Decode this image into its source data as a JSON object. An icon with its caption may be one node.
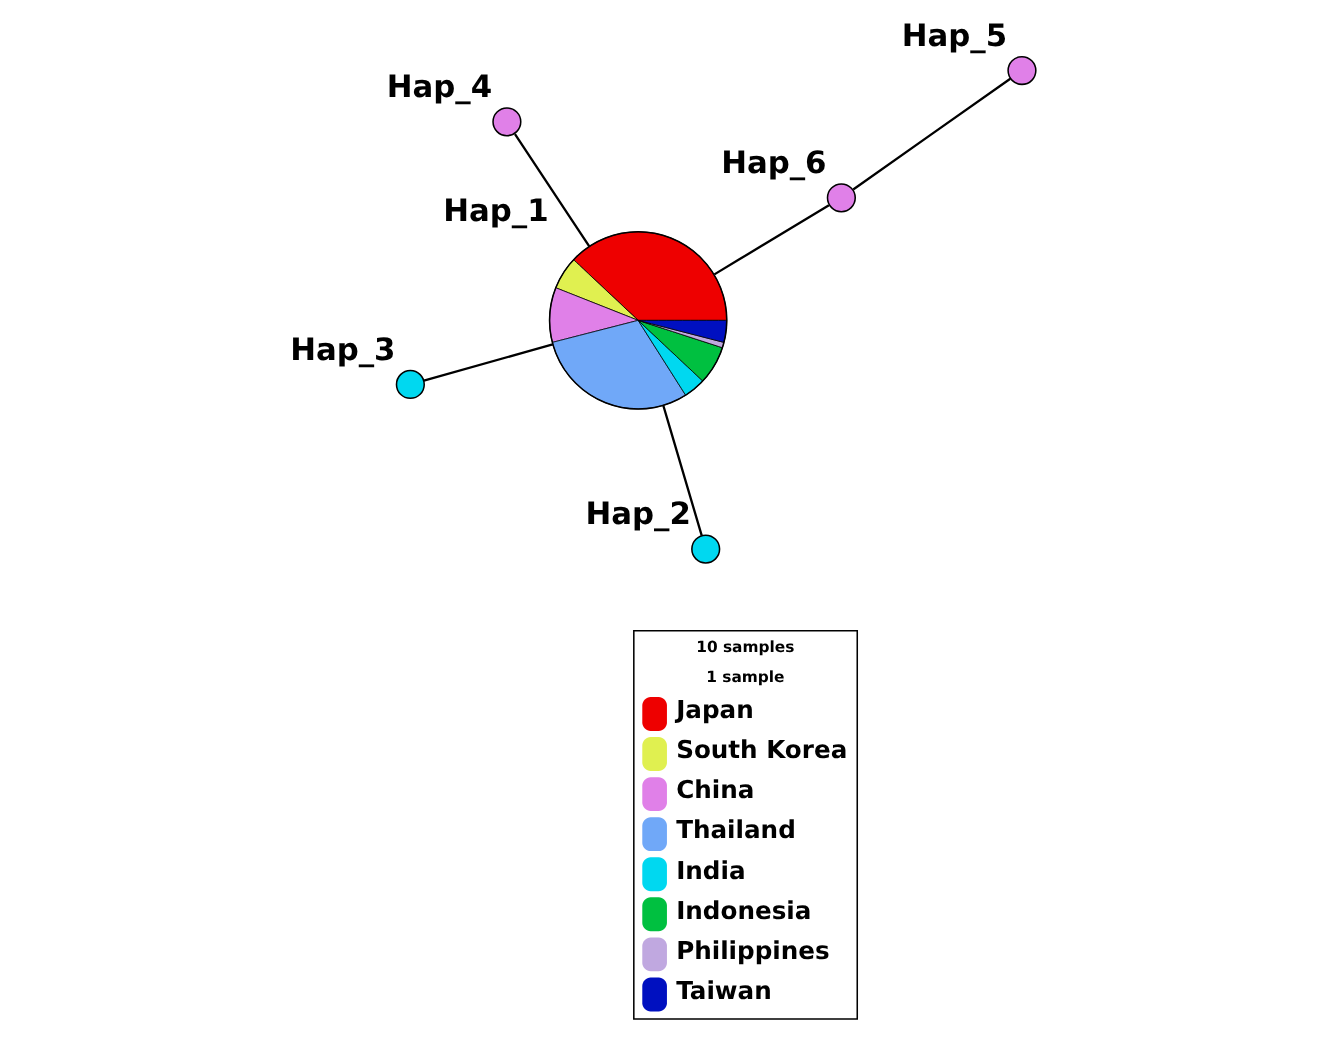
{
  "diagram": {
    "nodes": [
      {
        "text": [],
        "shape": "circle",
        "beside": [
          "Hap_1"
        ]
      },
      {
        "text": [],
        "shape": "circle",
        "beside": [
          "Hap_2"
        ]
      },
      {
        "text": [],
        "shape": "circle",
        "beside": [
          "Hap_3"
        ]
      },
      {
        "text": [],
        "shape": "circle",
        "beside": [
          "Hap_4"
        ]
      },
      {
        "text": [],
        "shape": "circle",
        "beside": [
          "Hap_5"
        ]
      },
      {
        "text": [],
        "shape": "circle",
        "beside": [
          "Hap_6"
        ]
      }
    ],
    "edges": [
      {
        "from": 0,
        "to": 1,
        "arrow": "none"
      },
      {
        "from": 0,
        "to": 2,
        "arrow": "none"
      },
      {
        "from": 0,
        "to": 3,
        "arrow": "none"
      },
      {
        "from": 0,
        "to": 5,
        "arrow": "none"
      },
      {
        "from": 5,
        "to": 4,
        "arrow": "none"
      }
    ],
    "legend": [
      {
        "text": "10 samples"
      },
      {
        "text": "1 sample"
      },
      {
        "text": "Japan",
        "color": "#ee0000"
      },
      {
        "text": "South Korea",
        "color": "#e0f050"
      },
      {
        "text": "China",
        "color": "#e080e8"
      },
      {
        "text": "Thailand",
        "color": "#70a8f8"
      },
      {
        "text": "India",
        "color": "#00d8f0"
      },
      {
        "text": "Indonesia",
        "color": "#00c040"
      },
      {
        "text": "Philippines",
        "color": "#c0a8e0"
      },
      {
        "text": "Taiwan",
        "color": "#0010c0"
      }
    ]
  }
}
